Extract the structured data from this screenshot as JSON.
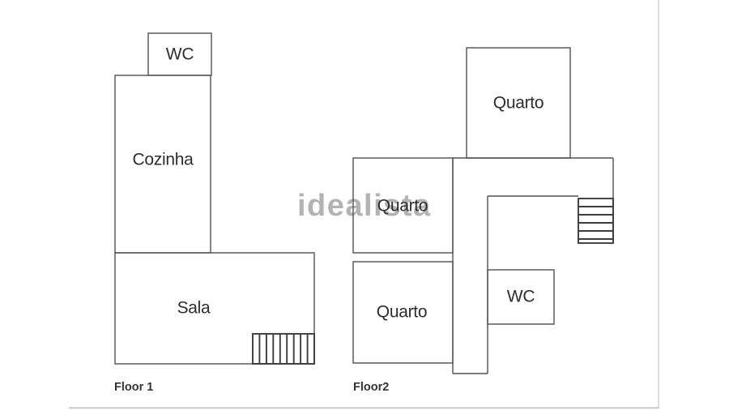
{
  "watermark": {
    "text": "idealista",
    "color": "#b3b3b3"
  },
  "plan": {
    "wall_color": "#515151",
    "stair_color": "#3c3c3c",
    "label_color": "#2d2d2d",
    "background": "#ffffff"
  },
  "floors": [
    {
      "label": "Floor 1",
      "rooms": [
        {
          "name": "WC"
        },
        {
          "name": "Cozinha"
        },
        {
          "name": "Sala"
        }
      ]
    },
    {
      "label": "Floor2",
      "rooms": [
        {
          "name": "Quarto"
        },
        {
          "name": "Quarto"
        },
        {
          "name": "Quarto"
        },
        {
          "name": "WC"
        }
      ]
    }
  ]
}
